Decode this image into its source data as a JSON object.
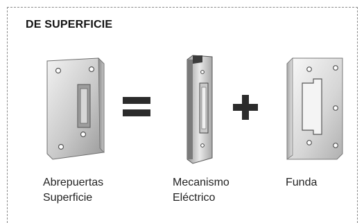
{
  "section": {
    "title": "DE SUPERFICIE"
  },
  "items": [
    {
      "name": "abrepuertas-superficie",
      "caption_lines": [
        "Abrepuertas",
        "Superficie"
      ]
    },
    {
      "name": "mecanismo-electrico",
      "caption_lines": [
        "Mecanismo",
        "Eléctrico"
      ]
    },
    {
      "name": "funda",
      "caption_lines": [
        "Funda"
      ]
    }
  ],
  "operators": {
    "equals": "=",
    "plus": "+"
  },
  "colors": {
    "metal_light": "#e6e6e6",
    "metal_mid": "#b4b4b4",
    "metal_dark": "#7a7a7a",
    "operator": "#2b2b2b",
    "border": "#8a8a8a"
  }
}
